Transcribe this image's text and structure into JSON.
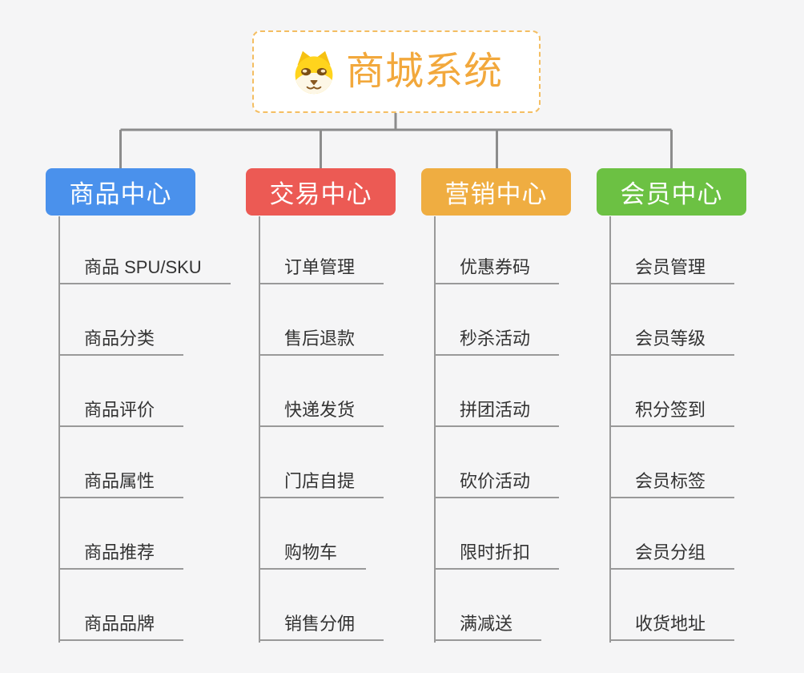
{
  "root": {
    "title": "商城系统",
    "icon": "dog-face-icon"
  },
  "branches": [
    {
      "label": "商品中心",
      "color": "#4A91EC",
      "children": [
        "商品 SPU/SKU",
        "商品分类",
        "商品评价",
        "商品属性",
        "商品推荐",
        "商品品牌"
      ]
    },
    {
      "label": "交易中心",
      "color": "#EC5A54",
      "children": [
        "订单管理",
        "售后退款",
        "快递发货",
        "门店自提",
        "购物车",
        "销售分佣"
      ]
    },
    {
      "label": "营销中心",
      "color": "#EFAD41",
      "children": [
        "优惠券码",
        "秒杀活动",
        "拼团活动",
        "砍价活动",
        "限时折扣",
        "满减送"
      ]
    },
    {
      "label": "会员中心",
      "color": "#6CC143",
      "children": [
        "会员管理",
        "会员等级",
        "积分签到",
        "会员标签",
        "会员分组",
        "收货地址"
      ]
    }
  ],
  "colors": {
    "background": "#F5F5F6",
    "root_title": "#F2A83C",
    "root_border": "#F4BE62",
    "connector_line": "#8C8C8C",
    "leaf_line": "#999999",
    "leaf_text": "#333333"
  }
}
